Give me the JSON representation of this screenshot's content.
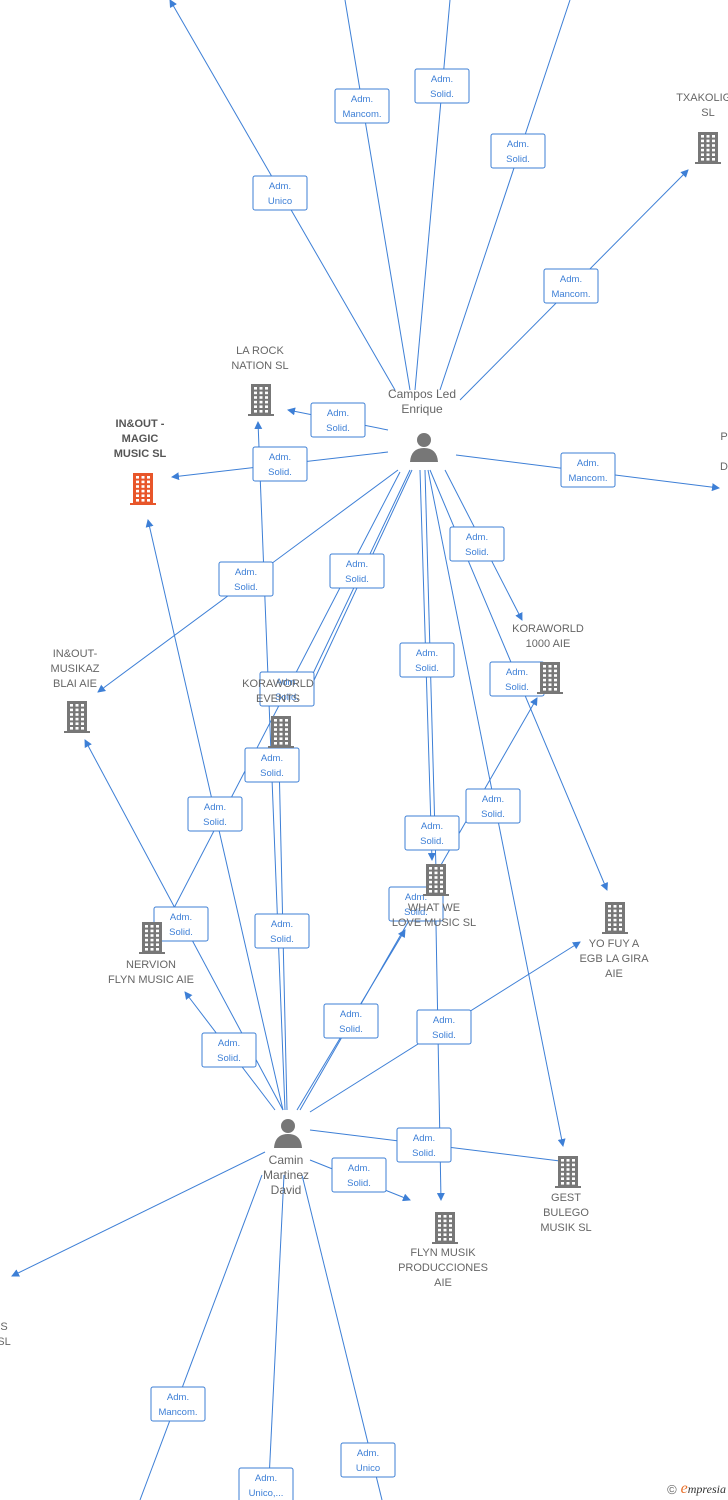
{
  "colors": {
    "edge": "#3d7fd6",
    "building": "#777777",
    "building_highlight": "#e8562a",
    "person": "#777777"
  },
  "people": [
    {
      "id": "campos",
      "lines": [
        "Campos Led",
        "Enrique"
      ],
      "icon": "person-icon"
    },
    {
      "id": "camin",
      "lines": [
        "Camin",
        "Martinez",
        "David"
      ],
      "icon": "person-icon"
    }
  ],
  "companies": [
    {
      "id": "txakoligo",
      "lines": [
        "TXAKOLIGO",
        "SL"
      ]
    },
    {
      "id": "larock",
      "lines": [
        "LA ROCK",
        "NATION  SL"
      ]
    },
    {
      "id": "inout_magic",
      "lines": [
        "IN&OUT -",
        "MAGIC",
        "MUSIC  SL"
      ],
      "highlight": true
    },
    {
      "id": "p_right",
      "lines": [
        "P",
        "",
        "D"
      ]
    },
    {
      "id": "inout_musikaz",
      "lines": [
        "IN&OUT-",
        "MUSIKAZ",
        "BLAI  AIE"
      ]
    },
    {
      "id": "koraworld_ev",
      "lines": [
        "KORAWORLD",
        "EVENTS"
      ]
    },
    {
      "id": "koraworld1000",
      "lines": [
        "KORAWORLD",
        "1000  AIE"
      ]
    },
    {
      "id": "whatwelove",
      "lines": [
        "WHAT WE",
        "LOVE MUSIC  SL"
      ]
    },
    {
      "id": "yofuya",
      "lines": [
        "YO FUY A",
        "EGB LA GIRA",
        "AIE"
      ]
    },
    {
      "id": "nervion",
      "lines": [
        "NERVION",
        "FLYN MUSIC  AIE"
      ]
    },
    {
      "id": "gest",
      "lines": [
        "GEST",
        "BULEGO",
        "MUSIK  SL"
      ]
    },
    {
      "id": "flynmusik",
      "lines": [
        "FLYN MUSIK",
        "PRODUCCIONES",
        "AIE"
      ]
    },
    {
      "id": "left_bottom",
      "lines": [
        "S",
        "SL"
      ]
    }
  ],
  "roles": [
    [
      "Adm.",
      "Mancom."
    ],
    [
      "Adm.",
      "Solid."
    ],
    [
      "Adm.",
      "Unico"
    ],
    [
      "Adm.",
      "Solid."
    ],
    [
      "Adm.",
      "Mancom."
    ],
    [
      "Adm.",
      "Solid."
    ],
    [
      "Adm.",
      "Solid."
    ],
    [
      "Adm.",
      "Mancom."
    ],
    [
      "Adm.",
      "Solid."
    ],
    [
      "Adm.",
      "Solid."
    ],
    [
      "Adm.",
      "Solid."
    ],
    [
      "Adm.",
      "Solid."
    ],
    [
      "Adm.",
      "Solid."
    ],
    [
      "Adm.",
      "Solid."
    ],
    [
      "Adm.",
      "Solid."
    ],
    [
      "Adm.",
      "Solid."
    ],
    [
      "Adm.",
      "Solid."
    ],
    [
      "Adm.",
      "Solid."
    ],
    [
      "Adm.",
      "Solid."
    ],
    [
      "Adm.",
      "Solid."
    ],
    [
      "Adm.",
      "Solid."
    ],
    [
      "Adm.",
      "Solid."
    ],
    [
      "Adm.",
      "Solid."
    ],
    [
      "Adm.",
      "Solid."
    ],
    [
      "Adm.",
      "Solid."
    ],
    [
      "Adm.",
      "Solid."
    ],
    [
      "Adm.",
      "Mancom."
    ],
    [
      "Adm.",
      "Unico,..."
    ],
    [
      "Adm.",
      "Unico"
    ]
  ],
  "footer": {
    "copyright": "©",
    "brand_initial": "e",
    "brand_rest": "mpresia"
  }
}
